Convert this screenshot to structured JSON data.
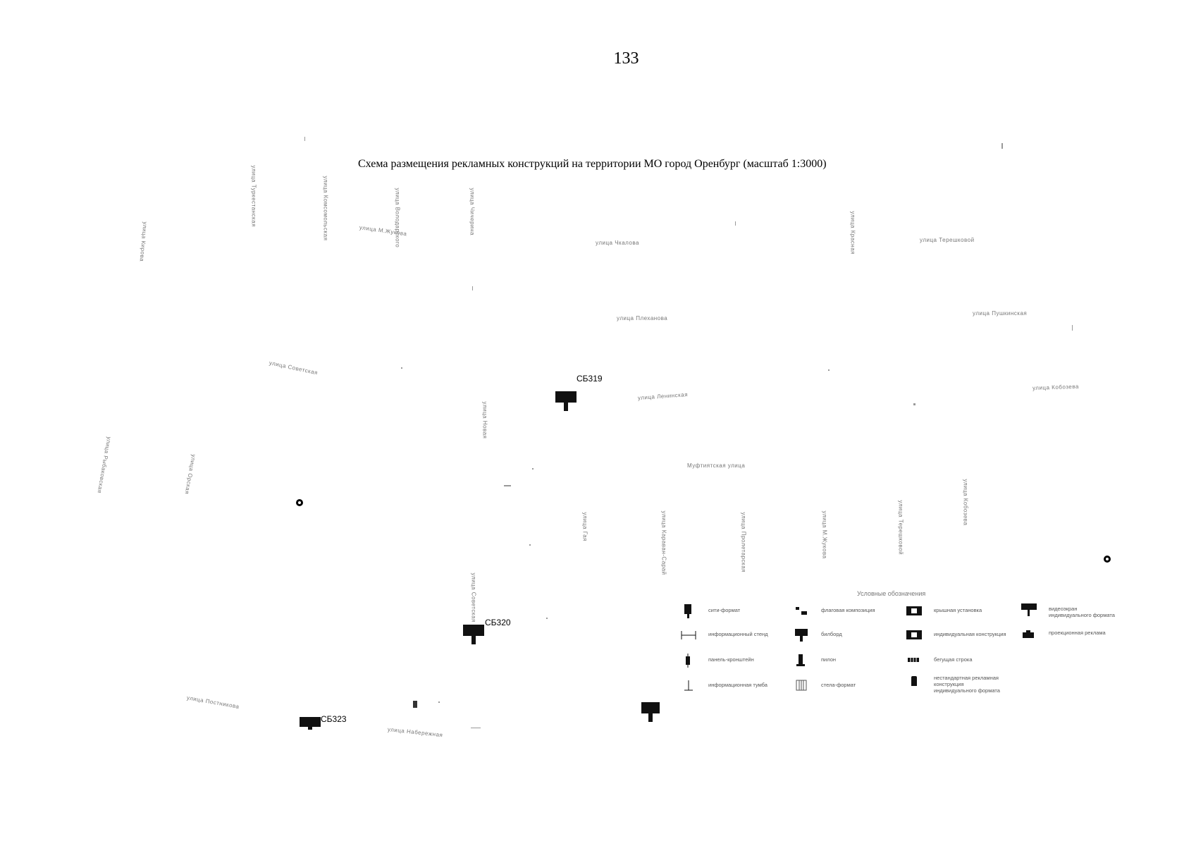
{
  "page_number": "133",
  "map_title": "Схема размещения рекламных конструкций на территории МО город Оренбург (масштаб 1:3000)",
  "street_labels": [
    "улица М.Жукова",
    "улица Чкалова",
    "улица Плеханова",
    "улица Терешковой",
    "улица Пушкинская",
    "улица Советская",
    "улица Ленинская",
    "улица Кобозева",
    "улица Туркестанская",
    "улица Комсомольская",
    "Муфтиятская улица",
    "улица Володарского",
    "улица Чичерина",
    "улица Красная",
    "улица Кирова",
    "улица Новая",
    "улица Рыбаковская",
    "улица Орская",
    "улица Гая",
    "улица Караван-Сарай",
    "улица Пролетарская",
    "улица Постникова",
    "улица Набережная"
  ],
  "construction_labels": {
    "sb319": "СБ319",
    "sb320": "СБ320",
    "sb323": "СБ323"
  },
  "legend": {
    "title": "Условные обозначения",
    "items": [
      {
        "icon": "city-format-icon",
        "label": "сити-формат"
      },
      {
        "icon": "flag-composition-icon",
        "label": "флаговая композиция"
      },
      {
        "icon": "roof-installation-icon",
        "label": "крышная установка"
      },
      {
        "icon": "video-screen-icon",
        "label": "видеоэкран\nиндивидуального формата"
      },
      {
        "icon": "info-stand-icon",
        "label": "информационный стенд"
      },
      {
        "icon": "billboard-icon",
        "label": "билборд"
      },
      {
        "icon": "individual-construction-icon",
        "label": "индивидуальная конструкция"
      },
      {
        "icon": "promo-stand-icon",
        "label": "проекционная реклама"
      },
      {
        "icon": "panel-bracket-icon",
        "label": "панель-кронштейн"
      },
      {
        "icon": "pylon-icon",
        "label": "пилон"
      },
      {
        "icon": "ticker-icon",
        "label": "бегущая строка"
      },
      {
        "icon": "info-post-icon",
        "label": "информационная тумба"
      },
      {
        "icon": "stela-icon",
        "label": "стела-формат"
      },
      {
        "icon": "non-standard-icon",
        "label": "нестандартная рекламная\nконструкция\nиндивидуального формата"
      }
    ]
  },
  "colors": {
    "symbol": "#111111",
    "faint_text": "#777777"
  }
}
